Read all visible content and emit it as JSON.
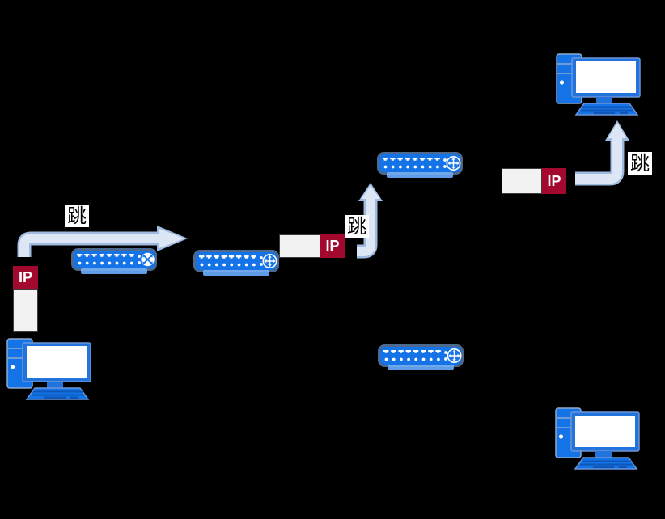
{
  "diagram": {
    "kind": "network-hop-diagram",
    "background": "#000000"
  },
  "labels": {
    "hop1": "跳",
    "hop2": "跳",
    "hop3": "跳"
  },
  "packets": {
    "p1": "IP",
    "p2": "IP",
    "p3": "IP"
  },
  "icons": {
    "switch_icon": "white-circle-crossed-diagonal-arrows",
    "router_icon": "blue-circle-cross-directional-arrows",
    "computer_icon": "desktop-pc-tower-monitor-keyboard"
  },
  "nodes": [
    {
      "id": "source-computer",
      "kind": "computer"
    },
    {
      "id": "switch-1",
      "kind": "switch"
    },
    {
      "id": "router-1",
      "kind": "router"
    },
    {
      "id": "router-2",
      "kind": "router"
    },
    {
      "id": "router-3",
      "kind": "router"
    },
    {
      "id": "destination-computer",
      "kind": "computer"
    },
    {
      "id": "idle-computer",
      "kind": "computer"
    }
  ],
  "colors": {
    "device_blue": "#1473E6",
    "device_halo": "#7FB0EE",
    "device_base": "#5D9CE6",
    "monitor_frame": "#2273DB",
    "device_outline": "#8EA9CE",
    "packet_red": "#A3092E",
    "packet_body": "#F2F2F2",
    "arrow_fill": "#DCE6F5",
    "arrow_outline": "#9FBBDF",
    "label_bg": "#FFFFFF",
    "label_text": "#000000"
  }
}
